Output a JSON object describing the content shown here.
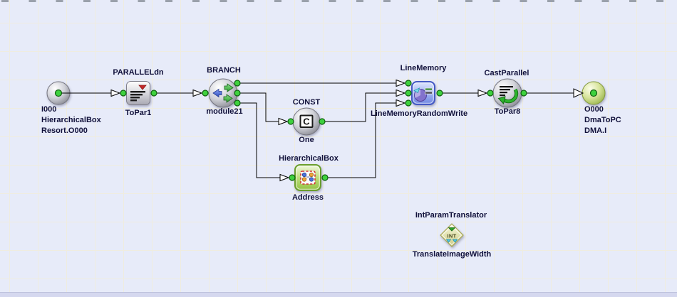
{
  "workspace": {
    "background_color": "#e7ebf9",
    "grid_color": "#efecdf",
    "label_color": "#10103a",
    "wire_color": "#000000",
    "port_color": "#3ed13e"
  },
  "nodes": {
    "i000": {
      "label": "I000\nHierarchicalBox\nResort.O000",
      "icon": "gray-sphere-input-port"
    },
    "topar1": {
      "title": "PARALLELdn",
      "label": "ToPar1",
      "icon": "parallel-down-document"
    },
    "module21": {
      "title": "BRANCH",
      "label": "module21",
      "icon": "branch-sphere-arrows"
    },
    "one": {
      "title": "CONST",
      "label": "One",
      "icon": "const-sphere",
      "icon_char": "C"
    },
    "address": {
      "title": "HierarchicalBox",
      "label": "Address",
      "icon": "hierarchical-box-green"
    },
    "linememory": {
      "title": "LineMemory",
      "label": "LineMemoryRandomWrite",
      "icon": "line-memory-blue-chart"
    },
    "topar8": {
      "title": "CastParallel",
      "label": "ToPar8",
      "icon": "cast-parallel-sphere-arrow"
    },
    "o000": {
      "label": "O000\nDmaToPC\nDMA.I",
      "icon": "green-sphere-output-port"
    },
    "translator": {
      "title": "IntParamTranslator",
      "label": "TranslateImageWidth",
      "icon": "int-param-translator-diamond",
      "icon_text": "INT"
    }
  }
}
